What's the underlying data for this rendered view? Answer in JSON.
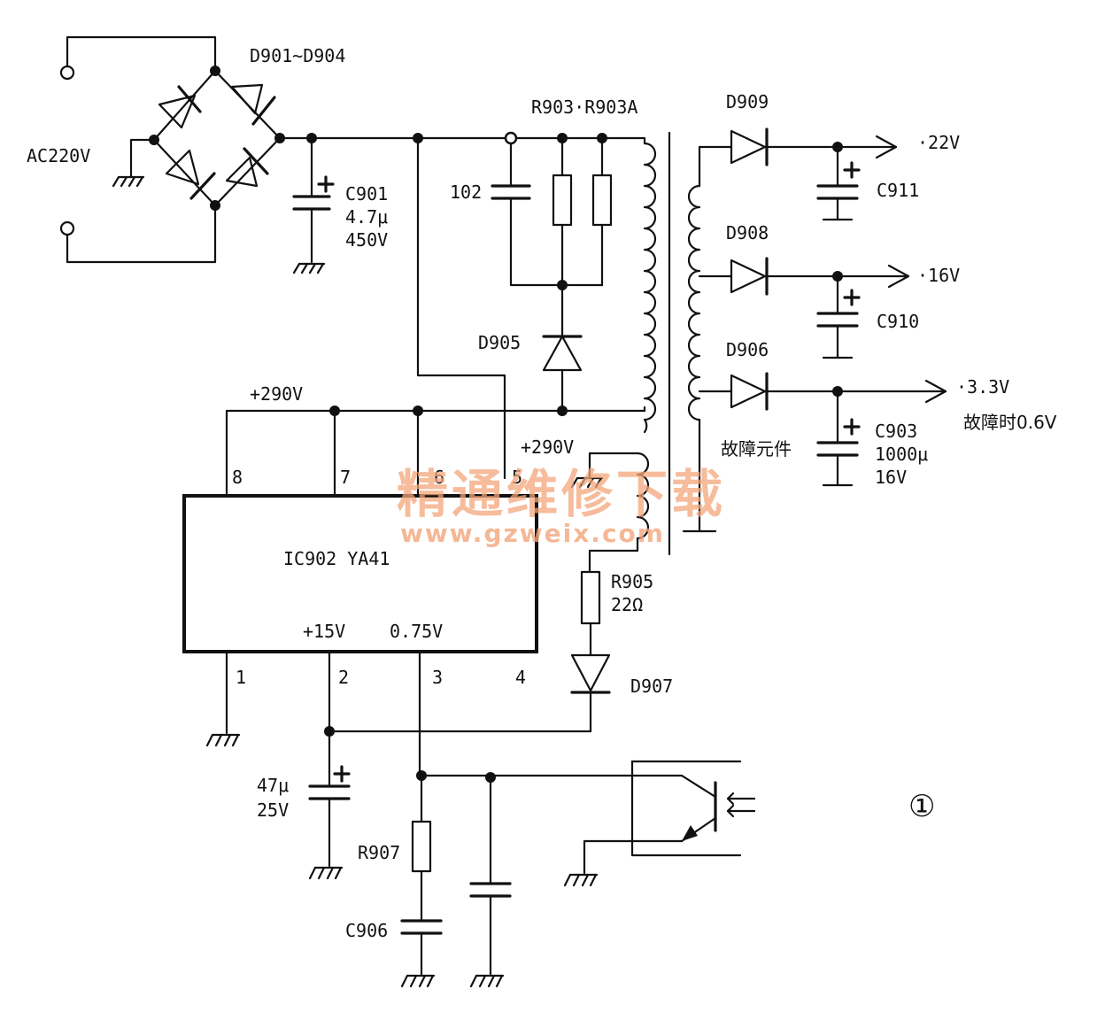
{
  "labels": {
    "bridge": "D901~D904",
    "ac_input": "AC220V",
    "c901_name": "C901",
    "c901_cap": "4.7μ",
    "c901_volt": "450V",
    "resistors_top": "R903·R903A",
    "c102": "102",
    "d905": "D905",
    "d909": "D909",
    "d908": "D908",
    "d906": "D906",
    "out_22": "·22V",
    "out_16": "·16V",
    "out_33": "·3.3V",
    "fault_value": "故障时0.6V",
    "c911": "C911",
    "c910": "C910",
    "c903_name": "C903",
    "c903_cap": "1000μ",
    "c903_volt": "16V",
    "fault_part": "故障元件",
    "v290_left": "+290V",
    "v290_mid": "+290V",
    "pin8": "8",
    "pin7": "7",
    "pin6": "6",
    "pin5": "5",
    "ic_name": "IC902  YA41",
    "ic_v15": "+15V",
    "ic_v075": "0.75V",
    "pin1": "1",
    "pin2": "2",
    "pin3": "3",
    "pin4": "4",
    "r905_name": "R905",
    "r905_val": "22Ω",
    "d907": "D907",
    "c47_cap": "47μ",
    "c47_volt": "25V",
    "r907": "R907",
    "c906": "C906",
    "figure_number": "①"
  },
  "watermark": {
    "cn": "精通维修下载",
    "url": "www.gzweix.com",
    "color": "#f3a57a"
  }
}
